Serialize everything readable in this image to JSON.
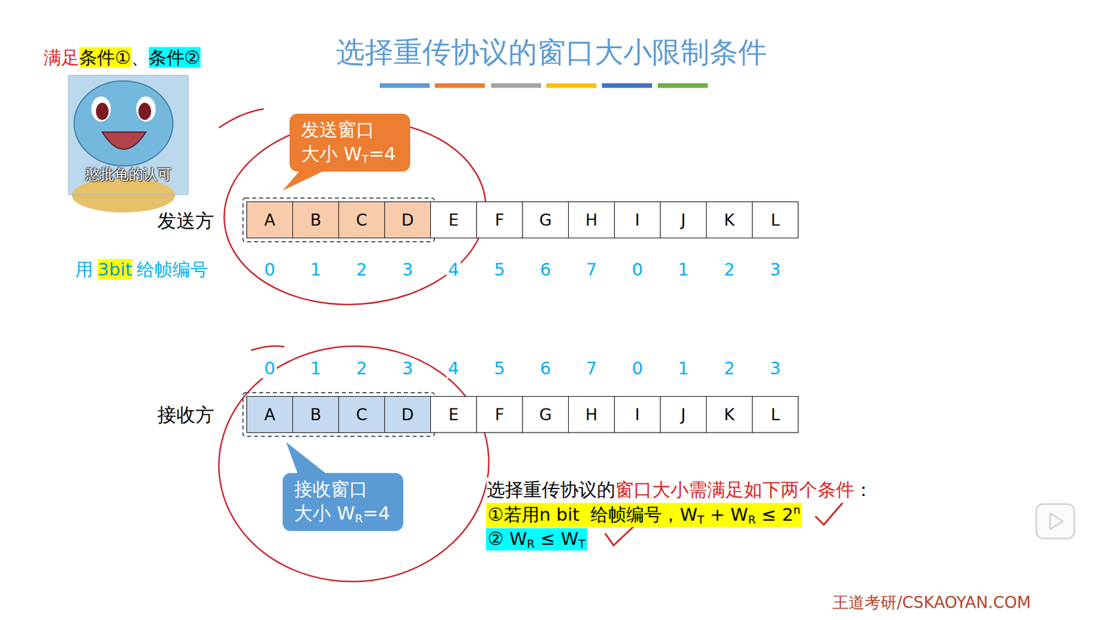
{
  "diagram": {
    "title": "选择重传协议的窗口大小限制条件",
    "nodes": [
      {
        "text": [
          "发送窗口",
          "大小 W",
          "T",
          "=4"
        ]
      },
      {
        "text": [
          "A"
        ]
      },
      {
        "text": [
          "B"
        ]
      },
      {
        "text": [
          "C"
        ]
      },
      {
        "text": [
          "D"
        ]
      },
      {
        "text": [
          "E"
        ]
      },
      {
        "text": [
          "F"
        ]
      },
      {
        "text": [
          "G"
        ]
      },
      {
        "text": [
          "H"
        ]
      },
      {
        "text": [
          "I"
        ]
      },
      {
        "text": [
          "J"
        ]
      },
      {
        "text": [
          "K"
        ]
      },
      {
        "text": [
          "L"
        ]
      },
      {
        "text": [
          "A"
        ]
      },
      {
        "text": [
          "B"
        ]
      },
      {
        "text": [
          "C"
        ]
      },
      {
        "text": [
          "D"
        ]
      },
      {
        "text": [
          "E"
        ]
      },
      {
        "text": [
          "F"
        ]
      },
      {
        "text": [
          "G"
        ]
      },
      {
        "text": [
          "H"
        ]
      },
      {
        "text": [
          "I"
        ]
      },
      {
        "text": [
          "J"
        ]
      },
      {
        "text": [
          "K"
        ]
      },
      {
        "text": [
          "L"
        ]
      },
      {
        "text": [
          "接收窗口",
          "大小 W",
          "R",
          "=4"
        ]
      }
    ],
    "labels": [
      "满足",
      "条件①",
      "、",
      "条件②",
      "憨批龟的认可",
      "发送方",
      "用",
      "3bit",
      "给帧编号",
      "0",
      "1",
      "2",
      "3",
      "4",
      "5",
      "6",
      "7",
      "0",
      "1",
      "2",
      "3",
      "0",
      "1",
      "2",
      "3",
      "4",
      "5",
      "6",
      "7",
      "0",
      "1",
      "2",
      "3",
      "接收方",
      "选择重传协议的",
      "窗口大小需满足如下两个条件",
      "：",
      "①若用n bit  给帧编号，",
      "W",
      "T",
      " + W",
      "R",
      " ≤ 2",
      "n",
      "② W",
      "R",
      " ≤ W",
      "T",
      "王道考研/CSKAOYAN.COM"
    ]
  }
}
